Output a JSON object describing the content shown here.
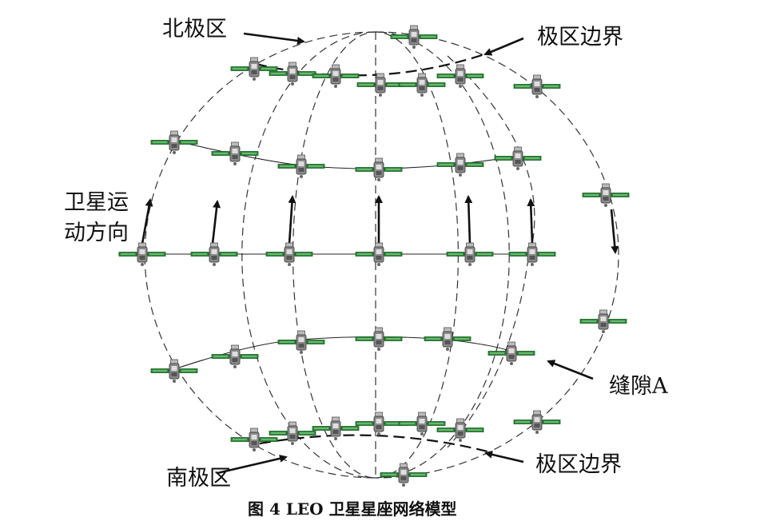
{
  "labels": {
    "north_pole_region": "北极区",
    "south_pole_region": "南极区",
    "polar_boundary_top": "极区边界",
    "polar_boundary_bottom": "极区边界",
    "motion_direction_line1": "卫星运",
    "motion_direction_line2": "动方向",
    "seam": "缝隙A"
  },
  "caption": "图 4  LEO 卫星星座网络模型",
  "colors": {
    "panel": "#2e8b3a",
    "panel_light": "#8fd18f",
    "body": "#7a7a7a",
    "body_light": "#d0d0d0",
    "line": "#222222",
    "background": "#ffffff"
  },
  "icons": {
    "satellite": "satellite-icon",
    "arrow": "arrow-icon"
  }
}
